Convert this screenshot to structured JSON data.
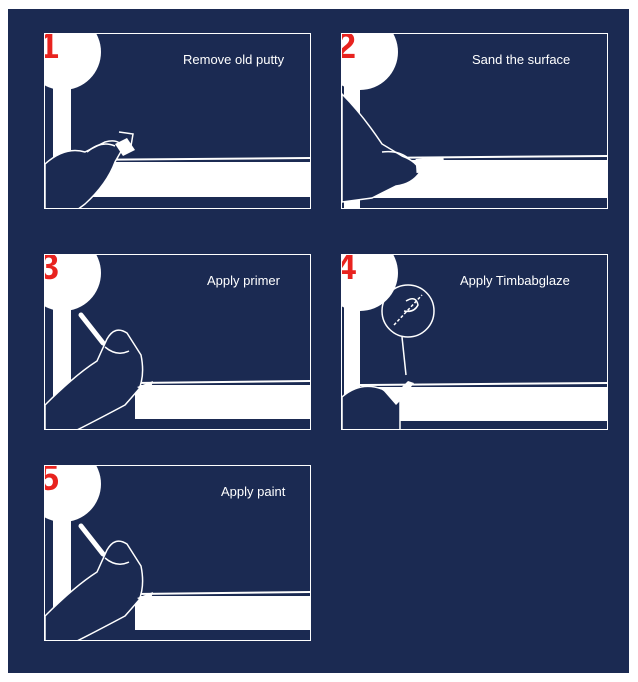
{
  "steps": [
    {
      "number": "1",
      "label": "Remove old putty"
    },
    {
      "number": "2",
      "label": "Sand the surface"
    },
    {
      "number": "3",
      "label": "Apply primer"
    },
    {
      "number": "4",
      "label": "Apply Timbabglaze"
    },
    {
      "number": "5",
      "label": "Apply paint"
    }
  ],
  "colors": {
    "background": "#1b2a52",
    "accent": "#e8231f",
    "line": "#ffffff"
  }
}
